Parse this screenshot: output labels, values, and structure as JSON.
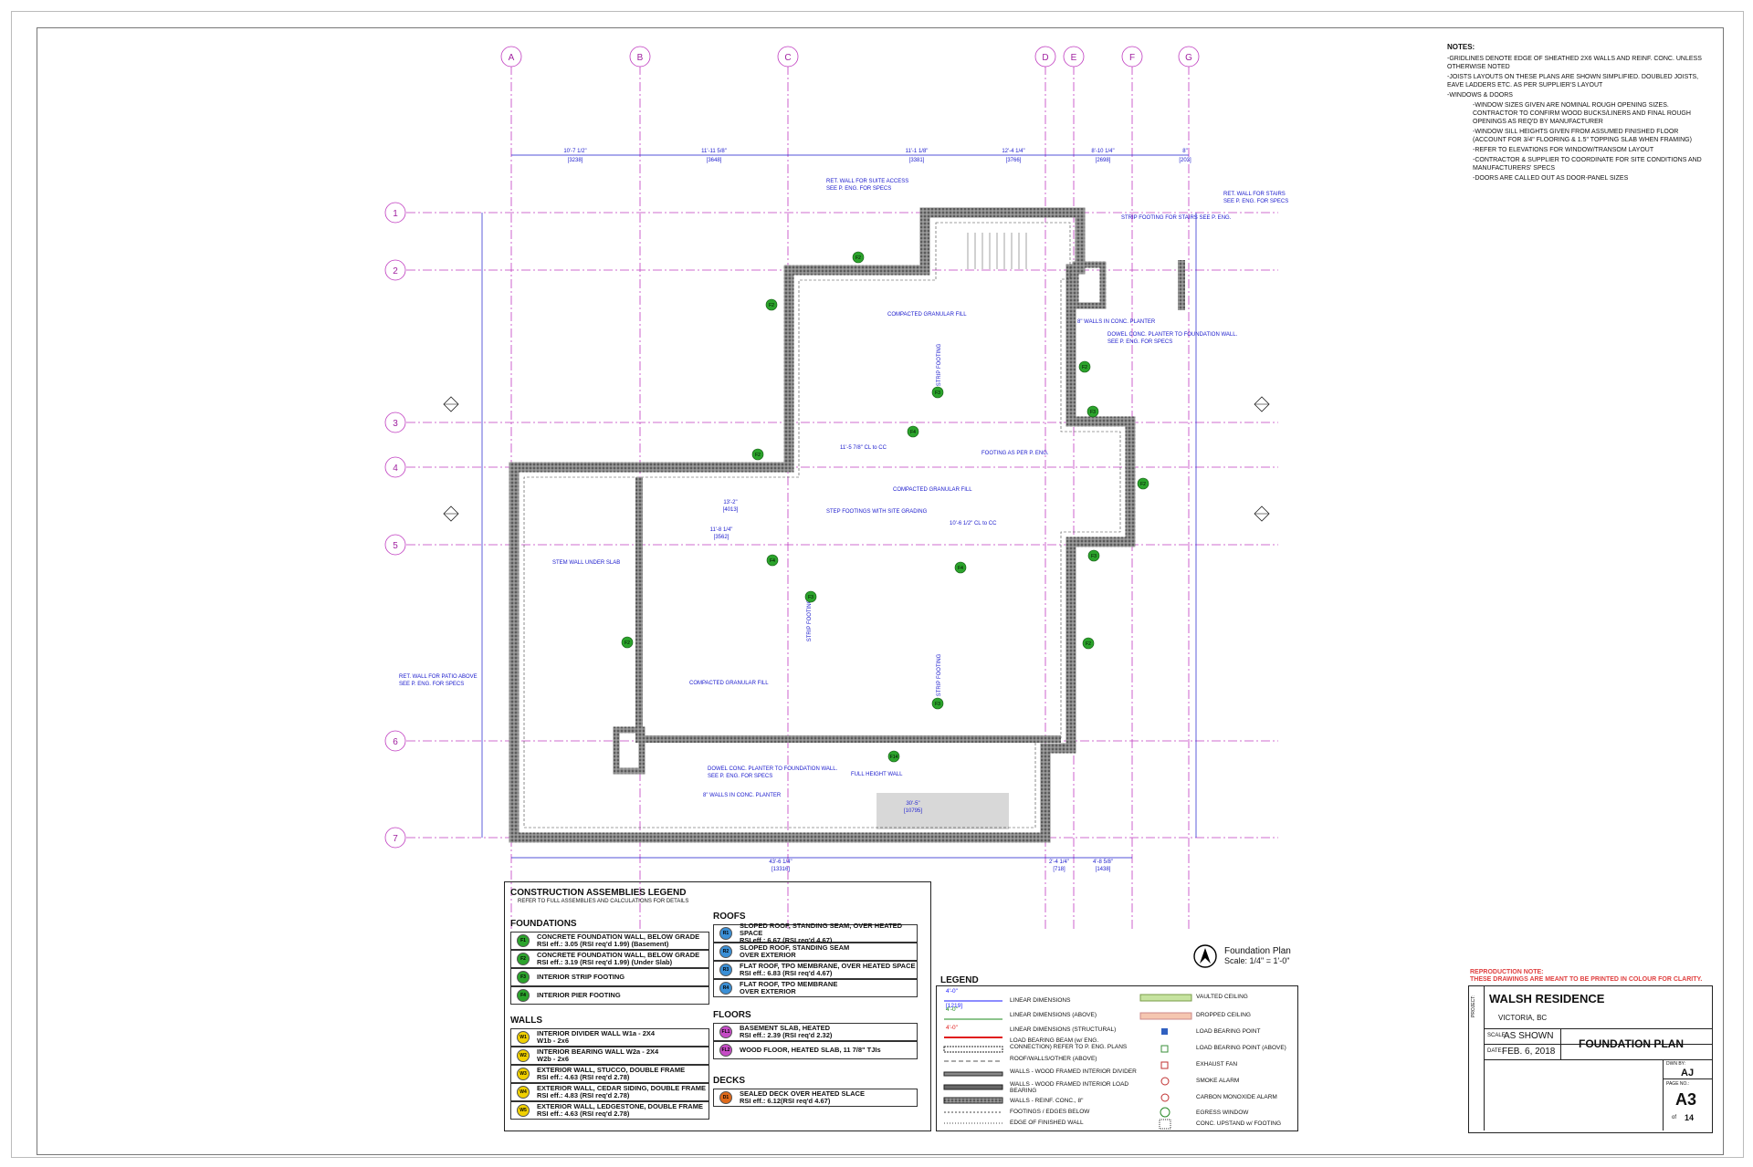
{
  "notes": {
    "title": "NOTES:",
    "items": [
      "-GRIDLINES DENOTE EDGE OF SHEATHED 2X6 WALLS AND REINF. CONC. UNLESS OTHERWISE NOTED",
      "-JOISTS LAYOUTS ON THESE PLANS ARE SHOWN SIMPLIFIED. DOUBLED JOISTS, EAVE LADDERS ETC. AS PER SUPPLIER'S LAYOUT",
      "-WINDOWS & DOORS",
      "-WINDOW SIZES GIVEN ARE NOMINAL ROUGH OPENING SIZES. CONTRACTOR TO CONFIRM WOOD BUCKS/LINERS AND FINAL ROUGH OPENINGS AS REQ'D BY MANUFACTURER",
      "-WINDOW SILL HEIGHTS GIVEN FROM ASSUMED FINISHED FLOOR (ACCOUNT FOR 3/4\" FLOORING & 1.5\" TOPPING SLAB WHEN FRAMING)",
      "-REFER TO ELEVATIONS FOR WINDOW/TRANSOM LAYOUT",
      "-CONTRACTOR & SUPPLIER TO COORDINATE FOR SITE CONDITIONS AND MANUFACTURERS' SPECS",
      "-DOORS ARE CALLED OUT AS DOOR-PANEL SIZES"
    ]
  },
  "grid": {
    "cols": [
      "A",
      "B",
      "C",
      "D",
      "E",
      "F",
      "G"
    ],
    "rows": [
      "1",
      "2",
      "3",
      "4",
      "5",
      "6",
      "7"
    ]
  },
  "dims": {
    "top": [
      "10'-7 1/2\"",
      "[3238]",
      "11'-11 5/8\"",
      "[3648]",
      "11'-1 1/8\"",
      "[3381]",
      "12'-4 1/4\"",
      "[3766]",
      "8'-10 1/4\"",
      "[2698]",
      "8\"",
      "[203]"
    ],
    "bottom": [
      "43'-6 1/4\"",
      "[13316]",
      "2'-4 1/4\"",
      "[718]",
      "4'-8 5/8\"",
      "[1438]"
    ]
  },
  "labels": {
    "ret_wall_suite": "RET. WALL FOR SUITE ACCESS",
    "see_eng": "SEE P. ENG. FOR SPECS",
    "strip_footing_stairs": "STRIP FOOTING FOR STAIRS SEE P. ENG.",
    "ret_wall_stairs": "RET. WALL FOR STAIRS",
    "compacted_fill": "COMPACTED GRANULAR FILL",
    "walls_planter": "8\" WALLS IN CONC. PLANTER",
    "dowel_planter": "DOWEL CONC. PLANTER TO FOUNDATION WALL.",
    "strip_footing": "STRIP FOOTING",
    "footing_as_per": "FOOTING AS PER P. ENG.",
    "step_footings": "STEP FOOTINGS WITH SITE GRADING",
    "stem_wall": "STEM WALL UNDER SLAB",
    "ret_wall_patio": "RET. WALL FOR PATIO ABOVE",
    "full_height": "FULL HEIGHT WALL",
    "cc_1": "11'-5 7/8\" CL to CC",
    "cc_2": "10'-6 1/2\" CL to CC",
    "dim_13": "13'-2\"",
    "dim_13m": "[4013]",
    "dim_11": "11'-8 1/4\"",
    "dim_11m": "[3562]",
    "dim_30": "30'-5\"",
    "dim_30m": "[10795]"
  },
  "construction_legend": {
    "title": "CONSTRUCTION ASSEMBLIES LEGEND",
    "subtitle": "REFER TO FULL ASSEMBLIES AND CALCULATIONS FOR DETAILS",
    "foundations_title": "FOUNDATIONS",
    "foundations": [
      {
        "tag": "F1",
        "l1": "CONCRETE FOUNDATION WALL, BELOW GRADE",
        "l2": "RSI eff.: 3.05 (RSI req'd 1.99)   (Basement)"
      },
      {
        "tag": "F2",
        "l1": "CONCRETE FOUNDATION WALL, BELOW GRADE",
        "l2": "RSI eff.: 3.19 (RSI req'd 1.99)   (Under Slab)"
      },
      {
        "tag": "F3",
        "l1": "INTERIOR STRIP FOOTING",
        "l2": ""
      },
      {
        "tag": "F4",
        "l1": "INTERIOR PIER FOOTING",
        "l2": ""
      }
    ],
    "walls_title": "WALLS",
    "walls": [
      {
        "tag": "W1",
        "l1": "INTERIOR DIVIDER WALL           W1a - 2X4",
        "l2": "W1b - 2x6"
      },
      {
        "tag": "W2",
        "l1": "INTERIOR BEARING WALL          W2a - 2X4",
        "l2": "W2b - 2x6"
      },
      {
        "tag": "W3",
        "l1": "EXTERIOR WALL, STUCCO, DOUBLE FRAME",
        "l2": "RSI eff.: 4.63 (RSI req'd 2.78)"
      },
      {
        "tag": "W4",
        "l1": "EXTERIOR WALL, CEDAR SIDING, DOUBLE FRAME",
        "l2": "RSI eff.: 4.83 (RSI req'd 2.78)"
      },
      {
        "tag": "W5",
        "l1": "EXTERIOR WALL, LEDGESTONE, DOUBLE FRAME",
        "l2": "RSI eff.: 4.63 (RSI req'd 2.78)"
      }
    ],
    "roofs_title": "ROOFS",
    "roofs": [
      {
        "tag": "R1",
        "l1": "SLOPED ROOF, STANDING SEAM, OVER HEATED SPACE",
        "l2": "RSI eff.: 6.67 (RSI req'd 4.67)"
      },
      {
        "tag": "R2",
        "l1": "SLOPED ROOF, STANDING SEAM",
        "l2": "OVER EXTERIOR"
      },
      {
        "tag": "R3",
        "l1": "FLAT ROOF, TPO MEMBRANE, OVER HEATED SPACE",
        "l2": "RSI eff.: 6.83 (RSI req'd 4.67)"
      },
      {
        "tag": "R4",
        "l1": "FLAT ROOF, TPO MEMBRANE",
        "l2": "OVER EXTERIOR"
      }
    ],
    "floors_title": "FLOORS",
    "floors": [
      {
        "tag": "FL1",
        "l1": "BASEMENT SLAB, HEATED",
        "l2": "RSI eff.: 2.39 (RSI req'd 2.32)"
      },
      {
        "tag": "FL2",
        "l1": "WOOD FLOOR, HEATED SLAB, 11 7/8\" TJIs",
        "l2": ""
      }
    ],
    "decks_title": "DECKS",
    "decks": [
      {
        "tag": "D1",
        "l1": "SEALED DECK OVER HEATED SLACE",
        "l2": "RSI eff.: 6.12(RSI req'd 4.67)"
      }
    ]
  },
  "legend2": {
    "title": "LEGEND",
    "left": [
      "LINEAR DIMENSIONS",
      "LINEAR DIMENSIONS (ABOVE)",
      "LINEAR DIMENSIONS (STRUCTURAL)",
      "LOAD BEARING BEAM (w/ ENG. CONNECTION) REFER TO P. ENG. PLANS",
      "ROOF/WALLS/OTHER (ABOVE)",
      "WALLS - WOOD FRAMED INTERIOR DIVIDER",
      "WALLS - WOOD FRAMED INTERIOR LOAD BEARING",
      "WALLS - REINF. CONC., 8\"",
      "FOOTINGS / EDGES BELOW",
      "EDGE OF FINISHED WALL"
    ],
    "dim_a": "4'-0\"",
    "dim_b": "[1219]",
    "right": [
      "VAULTED CEILING",
      "DROPPED CEILING",
      "LOAD BEARING POINT",
      "LOAD BEARING POINT (ABOVE)",
      "EXHAUST FAN",
      "SMOKE ALARM",
      "CARBON MONOXIDE ALARM",
      "EGRESS WINDOW",
      "CONC. UPSTAND w/ FOOTING"
    ]
  },
  "north": {
    "title": "Foundation Plan",
    "scale": "Scale: 1/4\" = 1'-0\""
  },
  "repro": {
    "l1": "REPRODUCTION NOTE:",
    "l2": "THESE DRAWINGS ARE MEANT TO BE PRINTED IN COLOUR FOR CLARITY."
  },
  "title_block": {
    "project_label": "PROJECT:",
    "project": "WALSH RESIDENCE",
    "location": "VICTORIA, BC",
    "scale_label": "SCALE:",
    "scale": "AS SHOWN",
    "date_label": "DATE:",
    "date": "FEB. 6, 2018",
    "sheet_title": "FOUNDATION PLAN",
    "dwn_label": "DWN BY:",
    "dwn": "AJ",
    "page_label": "PAGE NO.:",
    "page": "A3",
    "of": "of",
    "total": "14"
  }
}
